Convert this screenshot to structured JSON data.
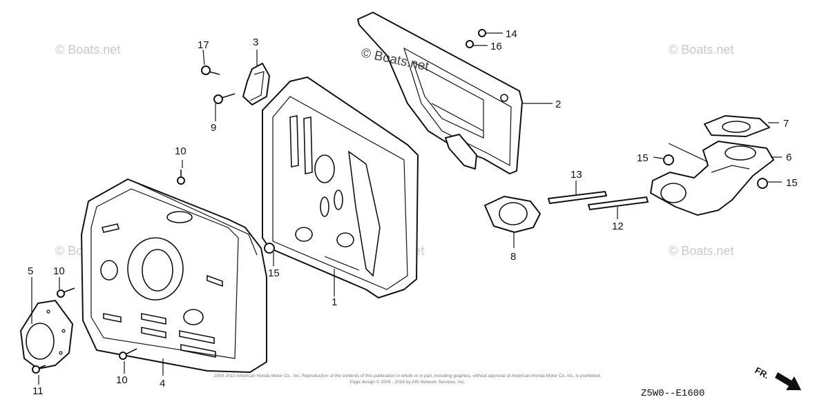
{
  "watermarks": {
    "text": "© Boats.net"
  },
  "callouts": {
    "c1": "1",
    "c2": "2",
    "c3": "3",
    "c4": "4",
    "c5": "5",
    "c6": "6",
    "c7": "7",
    "c8": "8",
    "c9": "9",
    "c10a": "10",
    "c10b": "10",
    "c10c": "10",
    "c11": "11",
    "c12": "12",
    "c13": "13",
    "c14": "14",
    "c15a": "15",
    "c15b": "15",
    "c15c": "15",
    "c16": "16",
    "c17": "17"
  },
  "footer": {
    "copyright_line1": "2000-2010 American Honda Motor Co., Inc. Reproduction of the contents of this publication in whole or in part, including graphics, without approval of American Honda Motor Co. Inc. is prohibited.",
    "copyright_line2": "Page design © 2004 - 2016 by ARI Network Services, Inc.",
    "diagram_code": "Z5W0--E1600",
    "direction_label": "FR."
  },
  "icons": [
    "front-direction-arrow-icon"
  ]
}
